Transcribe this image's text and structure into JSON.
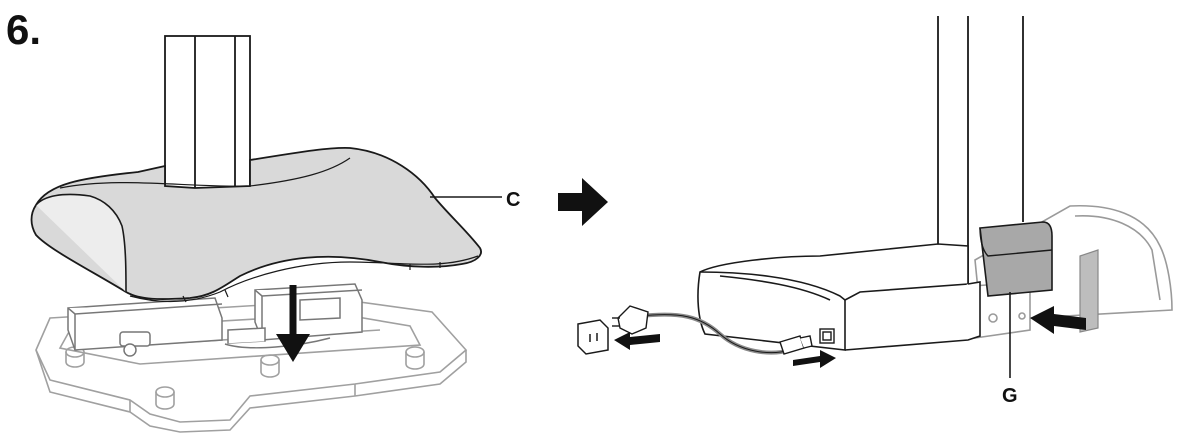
{
  "step_number": "6.",
  "callouts": {
    "cover_label": "C",
    "panel_label": "G"
  },
  "colors": {
    "line": "#1a1a1a",
    "light_line": "#9a9a9a",
    "cover_fill": "#d9d9d9",
    "panel_fill": "#a8a8a8",
    "arrow": "#111111"
  },
  "icons": {
    "direction_arrow": "right-arrow-icon",
    "down_arrow": "down-arrow-icon"
  }
}
